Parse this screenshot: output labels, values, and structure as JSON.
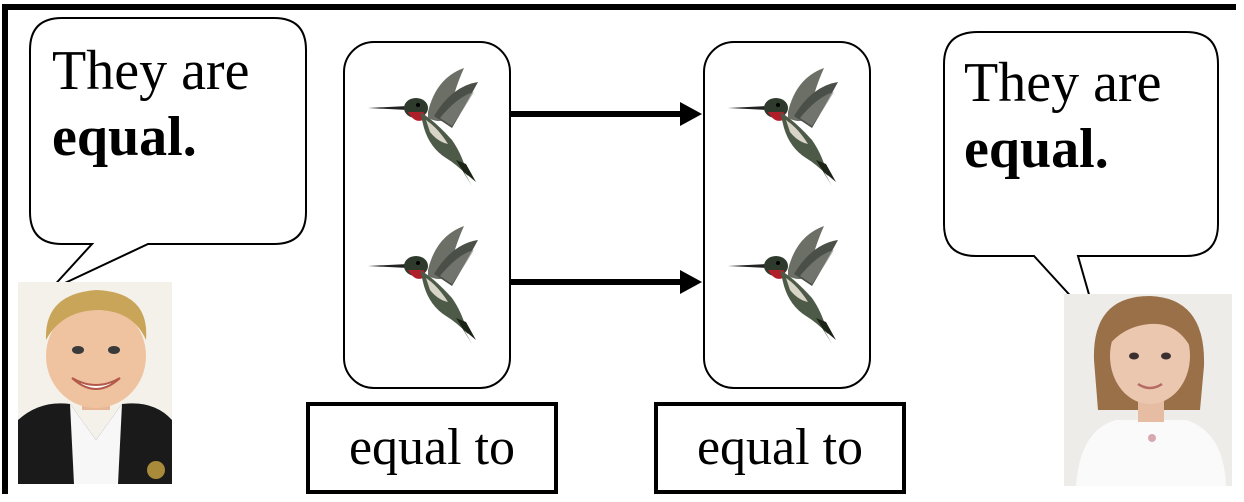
{
  "left_bubble": {
    "line1": "They are",
    "line2": "equal."
  },
  "right_bubble": {
    "line1": "They are",
    "line2": "equal."
  },
  "labels": {
    "left": "equal to",
    "right": "equal to"
  },
  "colors": {
    "stroke": "#000000",
    "background": "#ffffff",
    "boy_hair": "#c9a55a",
    "boy_skin": "#f0c3a0",
    "boy_jacket": "#1a1a1a",
    "girl_hair": "#9a7048",
    "girl_skin": "#ecc7b0",
    "bird_body": "#4e5a48",
    "bird_throat": "#b01e2a"
  },
  "icons": [
    "hummingbird-icon",
    "arrow-right-icon",
    "boy-photo",
    "girl-photo"
  ]
}
